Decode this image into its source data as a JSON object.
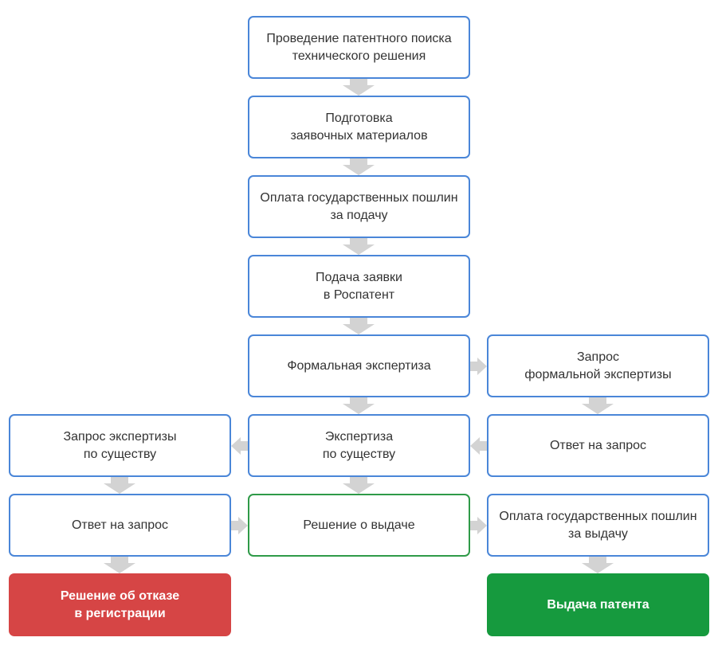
{
  "nodes": {
    "search": [
      "Проведение патентного поиска",
      "технического решения"
    ],
    "prepare": [
      "Подготовка",
      "заявочных материалов"
    ],
    "fee_filing": [
      "Оплата государственных пошлин",
      "за подачу"
    ],
    "filing": [
      "Подача заявки",
      "в Роспатент"
    ],
    "formal": [
      "Формальная экспертиза"
    ],
    "formal_request": [
      "Запрос",
      "формальной экспертизы"
    ],
    "substantive": [
      "Экспертиза",
      "по существу"
    ],
    "substantive_request": [
      "Запрос экспертизы",
      "по существу"
    ],
    "reply_right": [
      "Ответ на запрос"
    ],
    "reply_left": [
      "Ответ на запрос"
    ],
    "grant_decision": [
      "Решение о выдаче"
    ],
    "fee_grant": [
      "Оплата государственных пошлин",
      "за выдачу"
    ],
    "refusal": [
      "Решение об отказе",
      "в регистрации"
    ],
    "patent": [
      "Выдача патента"
    ]
  },
  "colors": {
    "box_border": "#4a86d8",
    "decision_border": "#2f9a48",
    "refusal_fill": "#d64545",
    "patent_fill": "#169a3e",
    "arrow": "#d3d3d3"
  }
}
